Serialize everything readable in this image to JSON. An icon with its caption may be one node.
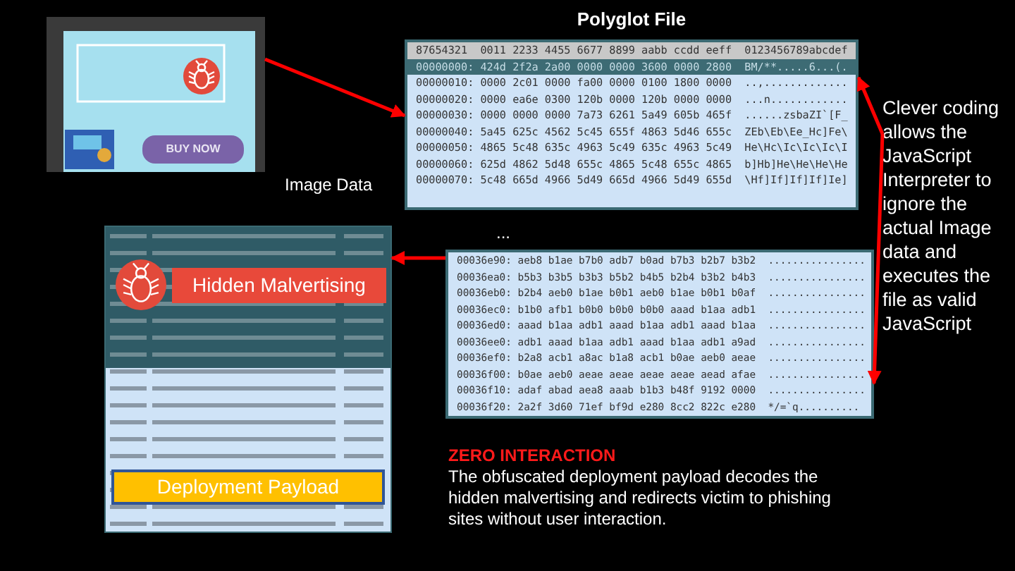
{
  "diagram": {
    "nodes": [
      {
        "text": [
          "BUY NOW"
        ]
      },
      {
        "text": [
          "Polyglot File",
          "87654321  0011 2233 4455 6677 8899 aabb ccdd eeff  0123456789abcdef",
          "00000000: 424d 2f2a 2a00 0000 0000 3600 0000 2800  BM/**.....6...(.",
          "00000010: 0000 2c01 0000 fa00 0000 0100 1800 0000  ..,.............",
          "00000020: 0000 ea6e 0300 120b 0000 120b 0000 0000  ...n............",
          "00000030: 0000 0000 0000 7a73 6261 5a49 605b 465f  ......zsbaZI`[F_",
          "00000040: 5a45 625c 4562 5c45 655f 4863 5d46 655c  ZEb\\Eb\\Ee_Hc]Fe\\",
          "00000050: 4865 5c48 635c 4963 5c49 635c 4963 5c49  He\\Hc\\Ic\\Ic\\Ic\\I",
          "00000060: 625d 4862 5d48 655c 4865 5c48 655c 4865  b]Hb]He\\He\\He\\He",
          "00000070: 5c48 665d 4966 5d49 665d 4966 5d49 655d  \\Hf]If]If]If]Ie]"
        ]
      },
      {
        "text": [
          "Clever coding allows the JavaScript Interpreter to ignore the actual Image data and executes the file as valid JavaScript"
        ]
      },
      {
        "text": [
          "00036e90: aeb8 b1ae b7b0 adb7 b0ad b7b3 b2b7 b3b2  ................",
          "00036ea0: b5b3 b3b5 b3b3 b5b2 b4b5 b2b4 b3b2 b4b3  ................",
          "00036eb0: b2b4 aeb0 b1ae b0b1 aeb0 b1ae b0b1 b0af  ................",
          "00036ec0: b1b0 afb1 b0b0 b0b0 b0b0 aaad b1aa adb1  ................",
          "00036ed0: aaad b1aa adb1 aaad b1aa adb1 aaad b1aa  ................",
          "00036ee0: adb1 aaad b1aa adb1 aaad b1aa adb1 a9ad  ................",
          "00036ef0: b2a8 acb1 a8ac b1a8 acb1 b0ae aeb0 aeae  ................",
          "00036f00: b0ae aeb0 aeae aeae aeae aeae aead afae  ................",
          "00036f10: adaf abad aea8 aaab b1b3 b48f 9192 0000  ................",
          "00036f20: 2a2f 3d60 71ef bf9d e280 8cc2 822c e280  */=`q.........."
        ]
      },
      {
        "text": [],
        "shape": "picture"
      },
      {
        "text": [
          "Hidden Malvertising"
        ],
        "in": 4
      },
      {
        "text": [
          "Deployment Payload"
        ],
        "in": 4
      }
    ],
    "edges": [
      {
        "from": 0,
        "to": 1,
        "arrow": "to"
      },
      {
        "from": 2,
        "to": 1,
        "arrow": "to"
      },
      {
        "from": 2,
        "to": 3,
        "arrow": "to"
      },
      {
        "from": 3,
        "to": 4,
        "arrow": "to"
      }
    ],
    "labels": [
      "Image Data",
      "...",
      "ZERO INTERACTION",
      "The obfuscated deployment payload decodes the hidden malvertising and redirects victim to phishing sites without user interaction."
    ]
  }
}
